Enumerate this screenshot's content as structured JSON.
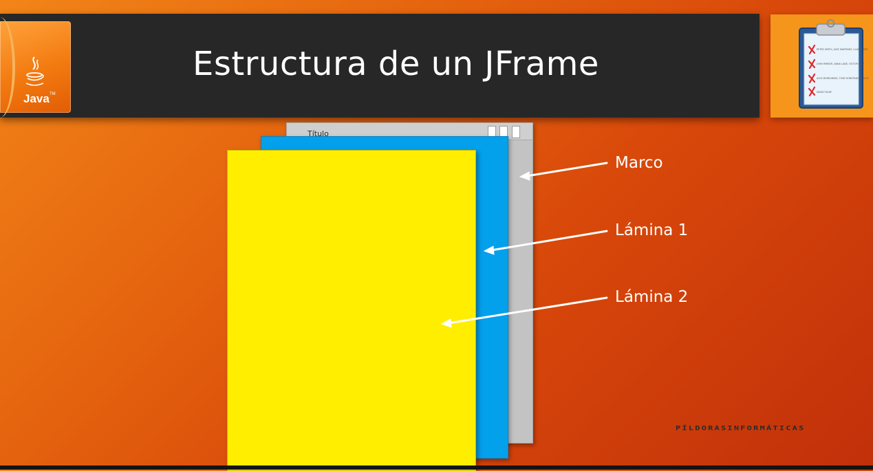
{
  "header": {
    "title": "Estructura de un JFrame",
    "logo_text": "Java",
    "logo_icon": "java-coffee-cup-icon",
    "side_icon": "clipboard-checklist-icon"
  },
  "diagram": {
    "window_title": "Título",
    "labels": {
      "marco": "Marco",
      "lamina1": "Lámina 1",
      "lamina2": "Lámina 2"
    }
  },
  "clipboard": {
    "items": [
      "PETER SMITH, JOSE MARTINEZ, CLARK KENT",
      "JOHN PARKER, ANNA LANE, VICTOR DIAZ",
      "ALEX BORKOWSKI, TONY KONSTADOPOULOS",
      "DAVID TALIM"
    ]
  },
  "footer": {
    "brand": "PÍLDORASINFORMÁTICAS"
  },
  "colors": {
    "header_bg": "#272727",
    "frame": "#c3c3c3",
    "lamina1": "#03a0ec",
    "lamina2": "#ffee00",
    "accent": "#f5951b"
  }
}
